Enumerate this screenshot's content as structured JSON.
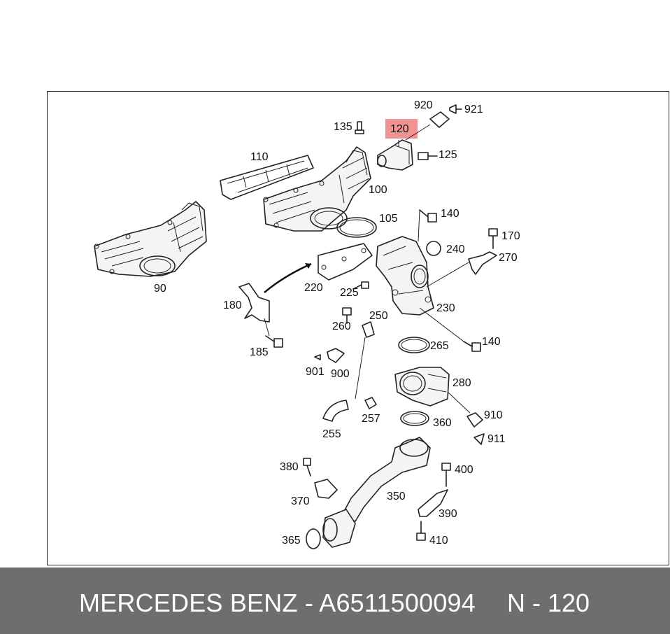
{
  "labels": {
    "p920": "920",
    "p921": "921",
    "p135": "135",
    "p120": "120",
    "p125": "125",
    "p110": "110",
    "p100": "100",
    "p105": "105",
    "p140a": "140",
    "p170": "170",
    "p240": "240",
    "p270": "270",
    "p90": "90",
    "p220": "220",
    "p225": "225",
    "p230": "230",
    "p180": "180",
    "p250": "250",
    "p260": "260",
    "p140b": "140",
    "p265": "265",
    "p185": "185",
    "p901": "901",
    "p900": "900",
    "p280": "280",
    "p910": "910",
    "p257": "257",
    "p360": "360",
    "p911": "911",
    "p255": "255",
    "p380": "380",
    "p400": "400",
    "p370": "370",
    "p350": "350",
    "p390": "390",
    "p365": "365",
    "p410": "410"
  },
  "highlight": {
    "part": "120",
    "color": "#f08080"
  },
  "footer": {
    "left": "MERCEDES BENZ - A6511500094",
    "right": "N - 120"
  }
}
